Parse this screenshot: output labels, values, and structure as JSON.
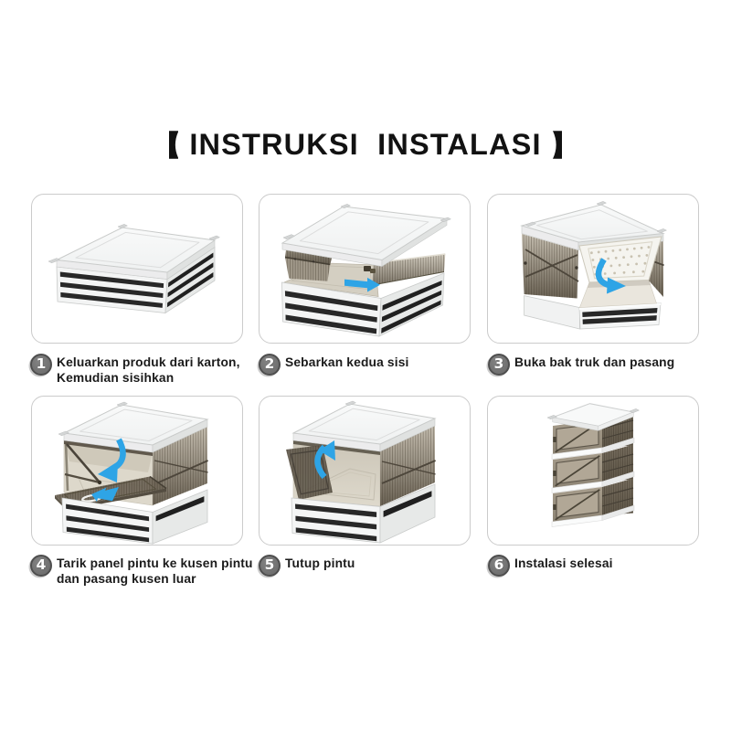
{
  "title": {
    "left_bracket": "【",
    "text": "INSTRUKSI  INSTALASI",
    "right_bracket": "】"
  },
  "steps": [
    {
      "number": "1",
      "lines": [
        "Keluarkan produk dari karton,",
        "Kemudian sisihkan"
      ],
      "illustration": "folded-flat-box-stack"
    },
    {
      "number": "2",
      "lines": [
        "Sebarkan kedua sisi"
      ],
      "illustration": "lid-lifted-sides-spreading-right-arrow"
    },
    {
      "number": "3",
      "lines": [
        "Buka bak truk dan pasang"
      ],
      "illustration": "perforated-flap-folding-down-curved-arrow"
    },
    {
      "number": "4",
      "lines": [
        "Tarik panel pintu ke kusen pintu",
        "dan pasang kusen luar"
      ],
      "illustration": "door-panel-pulled-out-two-arrows"
    },
    {
      "number": "5",
      "lines": [
        "Tutup pintu"
      ],
      "illustration": "door-closing-curved-up-arrow"
    },
    {
      "number": "6",
      "lines": [
        "Instalasi selesai"
      ],
      "illustration": "three-stacked-assembled-boxes"
    }
  ],
  "colors": {
    "arrow_blue": "#2ea4e6",
    "badge_gray": "#6f6f6f",
    "badge_ring": "#4e4e4e",
    "panel_border": "#cbcbcb",
    "text_black": "#1b1b1b",
    "smoke_light": "#c9c1b3",
    "smoke_dark": "#5f584c",
    "floor_beige": "#d9d4c7"
  }
}
